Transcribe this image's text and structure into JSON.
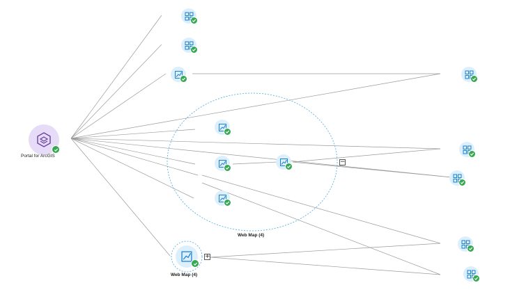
{
  "portal": {
    "label": "Portal for ArcGIS",
    "icon": "portal-layers-icon"
  },
  "cluster_main": {
    "label": "Web Map (4)",
    "toggle": "−"
  },
  "cluster_bottom": {
    "label": "Web Map (4)",
    "toggle": "+"
  },
  "colors": {
    "node_fill": "#dbeffd",
    "icon_stroke": "#1a7fd0",
    "portal_fill": "#e7dcf7",
    "portal_icon": "#6b3fa0",
    "check": "#36a852",
    "cluster_ring": "#4aa8e0",
    "link": "#9a9a9a"
  },
  "nodes": [
    {
      "id": "app-1",
      "kind": "app",
      "icon": "app-grid-icon"
    },
    {
      "id": "app-2",
      "kind": "app",
      "icon": "app-grid-icon"
    },
    {
      "id": "webmap-1",
      "kind": "webmap",
      "icon": "web-map-icon"
    },
    {
      "id": "webmap-2",
      "kind": "webmap",
      "icon": "web-map-icon"
    },
    {
      "id": "webmap-3",
      "kind": "webmap",
      "icon": "web-map-icon"
    },
    {
      "id": "webmap-4",
      "kind": "webmap",
      "icon": "web-map-icon"
    },
    {
      "id": "webmap-5",
      "kind": "webmap",
      "icon": "web-map-icon"
    },
    {
      "id": "webmap-6",
      "kind": "webmap",
      "icon": "web-map-icon"
    },
    {
      "id": "app-3",
      "kind": "app",
      "icon": "app-grid-icon"
    },
    {
      "id": "app-4",
      "kind": "app",
      "icon": "app-grid-icon"
    },
    {
      "id": "app-5",
      "kind": "app",
      "icon": "app-grid-icon"
    },
    {
      "id": "app-6",
      "kind": "app",
      "icon": "app-grid-icon"
    },
    {
      "id": "app-7",
      "kind": "app",
      "icon": "app-grid-icon"
    }
  ]
}
